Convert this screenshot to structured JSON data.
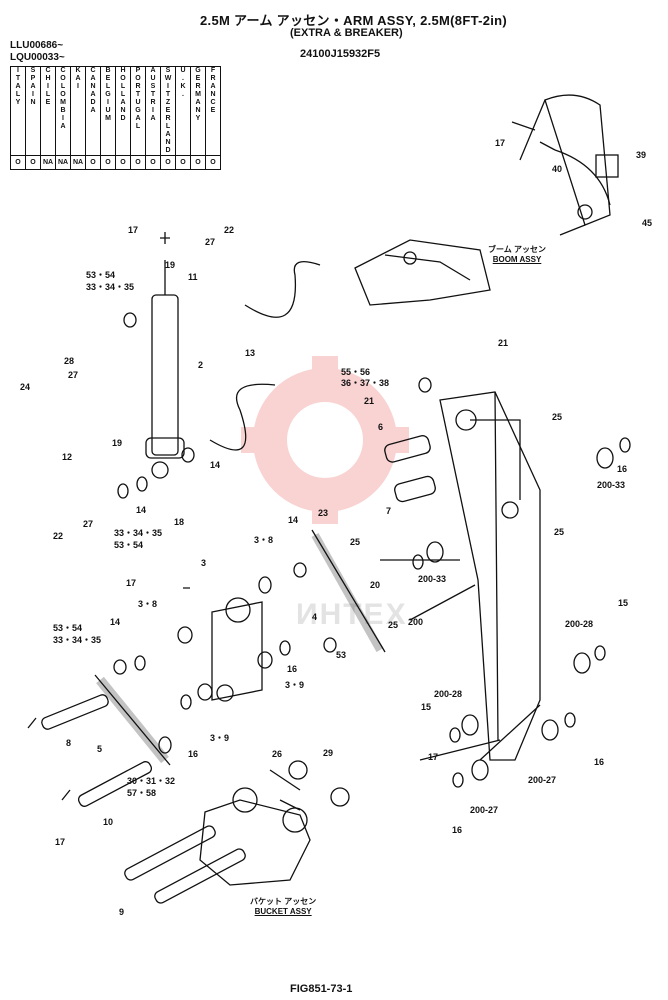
{
  "header": {
    "title": "2.5M アーム アッセン・ARM ASSY, 2.5M(8FT-2in)",
    "subtitle": "(EXTRA & BREAKER)",
    "part_number": "24100J15932F5",
    "serials": [
      "LLU00686~",
      "LQU00033~"
    ]
  },
  "countries": {
    "names": [
      "ITALY",
      "SPAIN",
      "CHILE",
      "COLOMBIA",
      "KAI",
      "CANADA",
      "BELGIUM",
      "HOLLAND",
      "PORTUGAL",
      "AUSTRIA",
      "SWITZER LAND",
      "U.K.",
      "GERMANY",
      "FRANCE"
    ],
    "marks": [
      "O",
      "O",
      "NA",
      "NA",
      "NA",
      "O",
      "O",
      "O",
      "O",
      "O",
      "O",
      "O",
      "O",
      "O"
    ]
  },
  "assemblies": {
    "boom": {
      "jp": "ブーム アッセン",
      "en": "BOOM ASSY"
    },
    "bucket": {
      "jp": "バケット アッセン",
      "en": "BUCKET ASSY"
    }
  },
  "watermark": "ИНТЕХ",
  "figure_id": "FIG851-73-1",
  "callouts": [
    "17",
    "40",
    "39",
    "45",
    "17",
    "27",
    "22",
    "53・54",
    "33・34・35",
    "19",
    "11",
    "13",
    "28",
    "27",
    "24",
    "2",
    "12",
    "19",
    "14",
    "18",
    "22",
    "27",
    "33・34・35",
    "53・54",
    "14",
    "55・56",
    "36・37・38",
    "21",
    "21",
    "25",
    "6",
    "16",
    "7",
    "200-33",
    "3・8",
    "23",
    "14",
    "25",
    "200-33",
    "25",
    "3",
    "17",
    "3・8",
    "53・54",
    "33・34・35",
    "14",
    "20",
    "4",
    "25",
    "15",
    "16",
    "53",
    "200",
    "200-28",
    "3・9",
    "8",
    "5",
    "16",
    "3・9",
    "200-28",
    "15",
    "17",
    "16",
    "26",
    "29",
    "30・31・32",
    "57・58",
    "10",
    "17",
    "200-27",
    "16",
    "200-27",
    "9"
  ]
}
